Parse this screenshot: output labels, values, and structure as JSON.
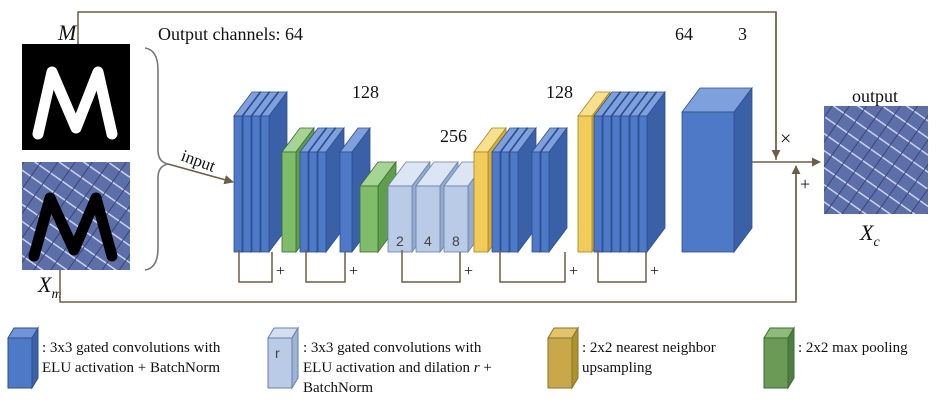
{
  "labels": {
    "m": "M",
    "xm": "X",
    "xm_sub": "m",
    "xc": "X",
    "xc_sub": "c",
    "input": "input",
    "output": "output",
    "output_channels": "Output channels: 64",
    "ch_128_a": "128",
    "ch_256": "256",
    "ch_128_b": "128",
    "ch_64": "64",
    "ch_3": "3",
    "dil_2": "2",
    "dil_4": "4",
    "dil_8": "8",
    "multiply": "×",
    "plus": "+"
  },
  "legend": {
    "conv_line1": ": 3x3 gated convolutions with",
    "conv_line2": "ELU activation + BatchNorm",
    "dil_swatch": "r",
    "dil_line1": ": 3x3 gated convolutions with",
    "dil_line2_pre": "ELU activation and dilation ",
    "dil_line2_r": "r",
    "dil_line2_post": " +",
    "dil_line3": "BatchNorm",
    "up_line1": ": 2x2 nearest neighbor",
    "up_line2": "upsampling",
    "pool_line1": ": 2x2 max pooling"
  },
  "colors": {
    "conv": "#4e79c7",
    "dilated": "#b9cbe6",
    "upsample": "#f2cc5a",
    "pool": "#7fbd6a",
    "line": "#6b5e45",
    "legend_up": "#c9a84a",
    "legend_pool": "#6a9a55"
  }
}
